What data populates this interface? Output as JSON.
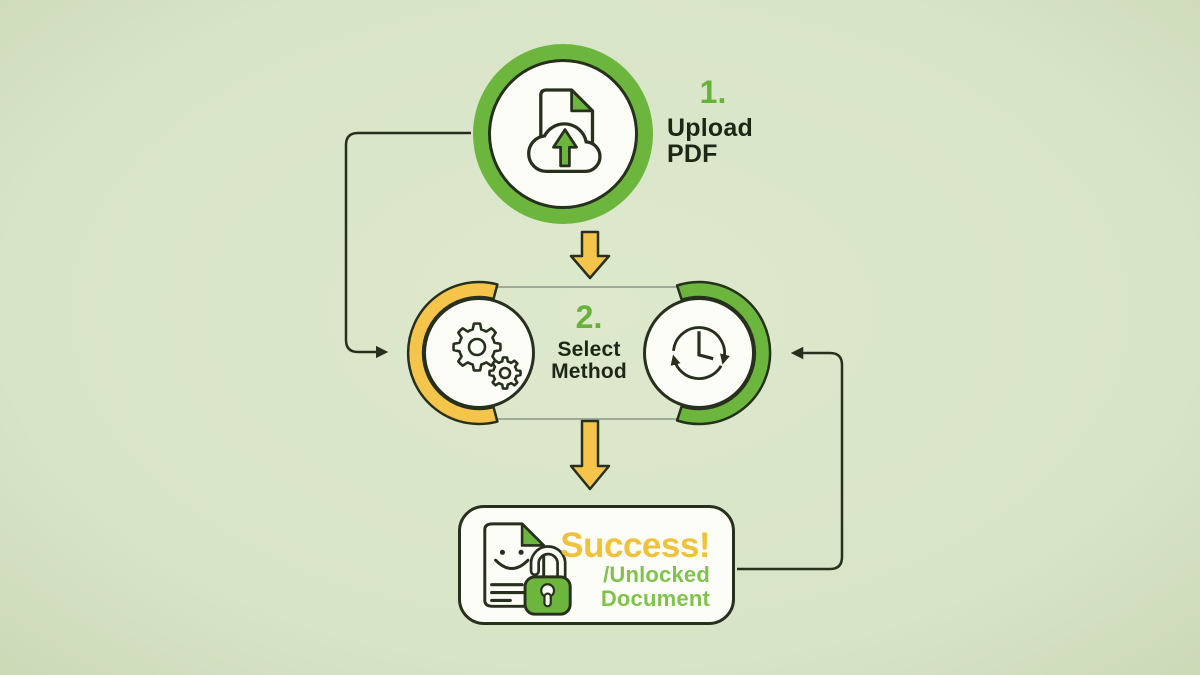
{
  "palette": {
    "background": "#d8e4c7",
    "background_edge": "#c2d0aa",
    "green": "#6cb63e",
    "green_text": "#68b23a",
    "green_light_text": "#7fc34c",
    "yellow": "#f5c54b",
    "gold_text": "#efc23d",
    "outline_dark": "#26301d",
    "text_dark": "#1d2716",
    "connector_gray": "#a0aa98",
    "card_white": "#fdfdf8"
  },
  "diagram": {
    "step1": {
      "number": "1.",
      "label": [
        "Upload",
        "PDF"
      ],
      "icon": "cloud-upload-document-icon"
    },
    "step2": {
      "number": "2.",
      "label": [
        "Select",
        "Method"
      ],
      "icon_left": "gears-icon",
      "icon_right": "history-clock-icon"
    },
    "result": {
      "title": "Success!",
      "subtitle": [
        "/Unlocked",
        "Document"
      ],
      "icon": "unlocked-document-icon"
    }
  },
  "icons": {
    "cloud-upload-document-icon": "document with folded corner + cloud + up arrow",
    "gears-icon": "two outline gears",
    "history-clock-icon": "clock with circular clockwise arrows",
    "unlocked-document-icon": "smiling document with open green padlock",
    "flow-arrow-down": "yellow outlined down arrow",
    "elbow-connector": "thin dark elbow line with arrowhead"
  }
}
